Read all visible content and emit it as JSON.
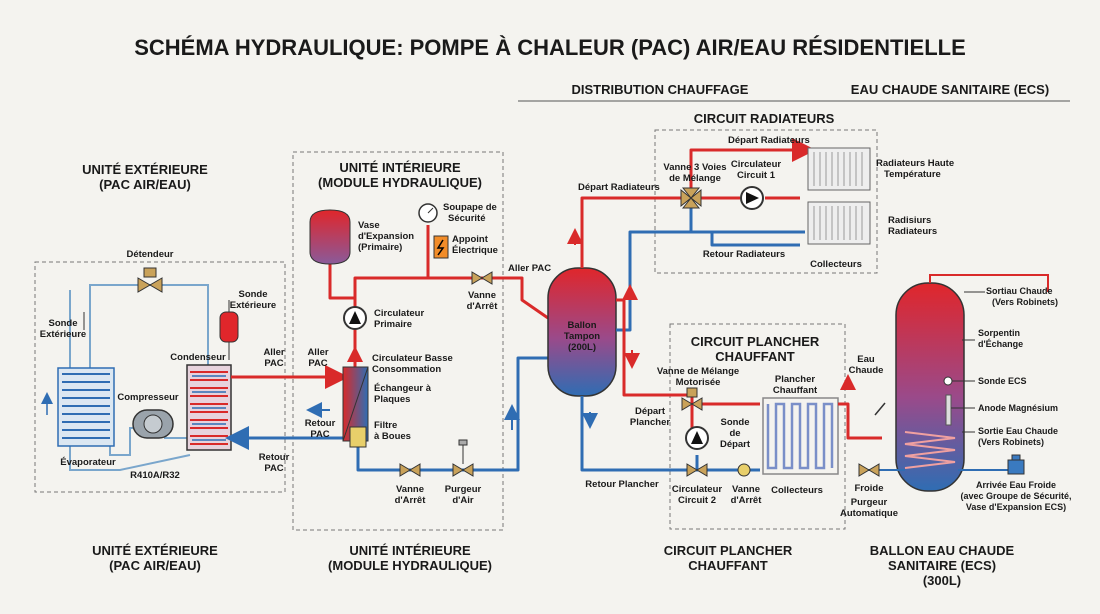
{
  "title": "SCHÉMA HYDRAULIQUE: POMPE À CHALEUR (PAC) AIR/EAU RÉSIDENTIELLE",
  "headers": {
    "distribution": "DISTRIBUTION CHAUFFAGE",
    "ecs": "EAU CHAUDE SANITAIRE (ECS)",
    "radiateurs": "CIRCUIT RADIATEURS",
    "plancher_top_1": "CIRCUIT PLANCHER",
    "plancher_top_2": "CHAUFFANT"
  },
  "box_titles": {
    "ext_1": "UNITÉ EXTÉRIEURE",
    "ext_2": "(PAC AIR/EAU)",
    "int_1": "UNITÉ INTÉRIEURE",
    "int_2": "(MODULE HYDRAULIQUE)"
  },
  "bottom": {
    "ext_1": "UNITÉ EXTÉRIEURE",
    "ext_2": "(PAC AIR/EAU)",
    "int_1": "UNITÉ INTÉRIEURE",
    "int_2": "(MODULE HYDRAULIQUE)",
    "plancher_1": "CIRCUIT PLANCHER",
    "plancher_2": "CHAUFFANT",
    "ballon_1": "BALLON EAU CHAUDE",
    "ballon_2": "SANITAIRE (ECS)",
    "ballon_3": "(300L)"
  },
  "ext": {
    "detendeur": "Détendeur",
    "sonde_ext_1": "Sonde",
    "sonde_ext_2": "Extérieure",
    "sonde_1": "Sonde",
    "sonde_2": "Extérieure",
    "condenseur": "Condenseur",
    "compresseur": "Compresseur",
    "evaporateur": "Évaporateur",
    "refrigerant": "R410A/R32",
    "aller_pac_1": "Aller",
    "aller_pac_2": "PAC",
    "retour_pac_1": "Retour",
    "retour_pac_2": "PAC"
  },
  "int": {
    "vase_1": "Vase",
    "vase_2": "d'Expansion",
    "vase_3": "(Primaire)",
    "soupape_1": "Soupape de",
    "soupape_2": "Sécurité",
    "appoint_1": "Appoint",
    "appoint_2": "Électrique",
    "aller_pac_1": "Aller",
    "aller_pac_2": "PAC",
    "circ_prim_1": "Circulateur",
    "circ_prim_2": "Primaire",
    "circ_basse_1": "Circulateur Basse",
    "circ_basse_2": "Consommation",
    "echangeur_1": "Échangeur à",
    "echangeur_2": "Plaques",
    "retour_pac_1": "Retour",
    "retour_pac_2": "PAC",
    "filtre_1": "Filtre",
    "filtre_2": "à Boues",
    "vanne_arret_1": "Vanne",
    "vanne_arret_2": "d'Arrêt",
    "vanne_bas_1": "Vanne",
    "vanne_bas_2": "d'Arrêt",
    "purgeur_1": "Purgeur",
    "purgeur_2": "d'Air",
    "aller_pac_out": "Aller PAC"
  },
  "tampon": {
    "l1": "Ballon",
    "l2": "Tampon",
    "l3": "(200L)"
  },
  "rad": {
    "depart_top": "Départ Radiateurs",
    "depart_left": "Départ Radiateurs",
    "vanne3_1": "Vanne 3 Voies",
    "vanne3_2": "de Mélange",
    "circ1_1": "Circulateur",
    "circ1_2": "Circuit 1",
    "haute_1": "Radiateurs Haute",
    "haute_2": "Température",
    "radisiurs_1": "Radisiurs",
    "radisiurs_2": "Radiateurs",
    "retour": "Retour Radiateurs",
    "collecteurs": "Collecteurs"
  },
  "plancher": {
    "vanne_1": "Vanne de Mélange",
    "vanne_2": "Motorisée",
    "depart_1": "Départ",
    "depart_2": "Plancher",
    "sonde_1": "Sonde",
    "sonde_2": "de",
    "sonde_3": "Départ",
    "plancher_1": "Plancher",
    "plancher_2": "Chauffant",
    "circ2_1": "Circulateur",
    "circ2_2": "Circuit 2",
    "vanne_arr_1": "Vanne",
    "vanne_arr_2": "d'Arrêt",
    "collecteurs": "Collecteurs",
    "retour": "Retour Plancher"
  },
  "ecs": {
    "eau_1": "Eau",
    "eau_2": "Chaude",
    "sortiau_1": "Sortiau Chaude",
    "sortiau_2": "(Vers Robinets)",
    "serpentin_1": "Sorpentin",
    "serpentin_2": "d'Échange",
    "sonde": "Sonde ECS",
    "anode": "Anode Magnésium",
    "sortie_1": "Sortie Eau Chaude",
    "sortie_2": "(Vers Robinets)",
    "froide": "Froide",
    "purgeur_1": "Purgeur",
    "purgeur_2": "Automatique",
    "arrivee_1": "Arrivée Eau Froide",
    "arrivee_2": "(avec Groupe de Sécurité,",
    "arrivee_3": "Vase d'Expansion ECS)"
  }
}
